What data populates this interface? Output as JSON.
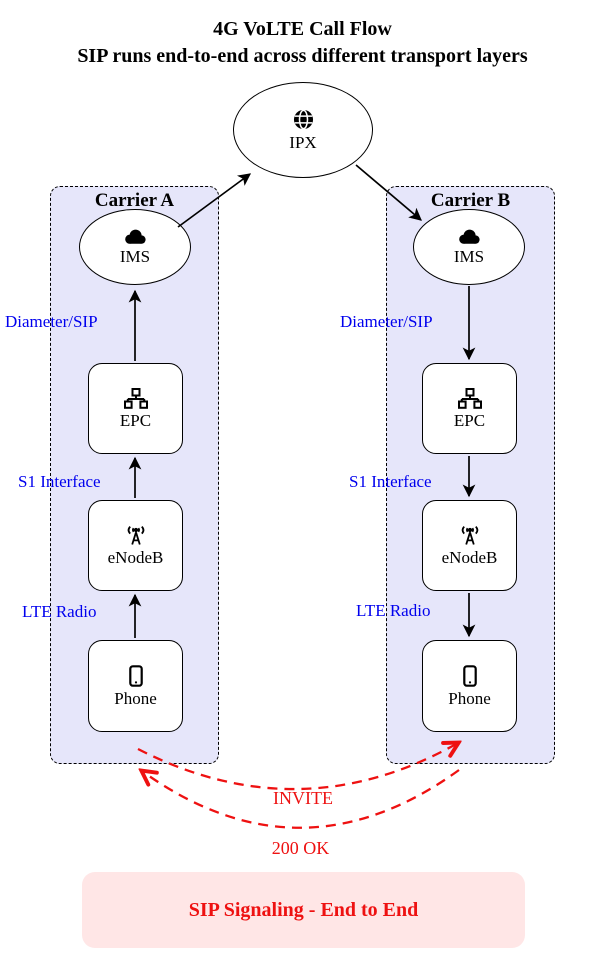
{
  "title": {
    "line1": "4G VoLTE Call Flow",
    "line2": "SIP runs end-to-end across different transport layers"
  },
  "ipx": {
    "label": "IPX",
    "icon": "globe-icon"
  },
  "carriers": [
    {
      "name": "Carrier A",
      "direction": "up",
      "nodes": [
        {
          "label": "IMS",
          "icon": "cloud-icon"
        },
        {
          "label": "EPC",
          "icon": "sitemap-icon"
        },
        {
          "label": "eNodeB",
          "icon": "broadcast-tower-icon"
        },
        {
          "label": "Phone",
          "icon": "mobile-phone-icon"
        }
      ],
      "links": [
        {
          "label": "Diameter/SIP"
        },
        {
          "label": "S1 Interface"
        },
        {
          "label": "LTE Radio"
        }
      ]
    },
    {
      "name": "Carrier B",
      "direction": "down",
      "nodes": [
        {
          "label": "IMS",
          "icon": "cloud-icon"
        },
        {
          "label": "EPC",
          "icon": "sitemap-icon"
        },
        {
          "label": "eNodeB",
          "icon": "broadcast-tower-icon"
        },
        {
          "label": "Phone",
          "icon": "mobile-phone-icon"
        }
      ],
      "links": [
        {
          "label": "Diameter/SIP"
        },
        {
          "label": "S1 Interface"
        },
        {
          "label": "LTE Radio"
        }
      ]
    }
  ],
  "sip_flows": [
    {
      "label": "INVITE"
    },
    {
      "label": "200 OK"
    }
  ],
  "banner": {
    "text": "SIP Signaling - End to End"
  },
  "colors": {
    "carrier_fill": "#e6e6fa",
    "node_fill": "#ffffff",
    "label_blue": "#0000ee",
    "signal_red": "#ee1111",
    "banner_fill": "#ffe6e6",
    "line_black": "#000000"
  }
}
